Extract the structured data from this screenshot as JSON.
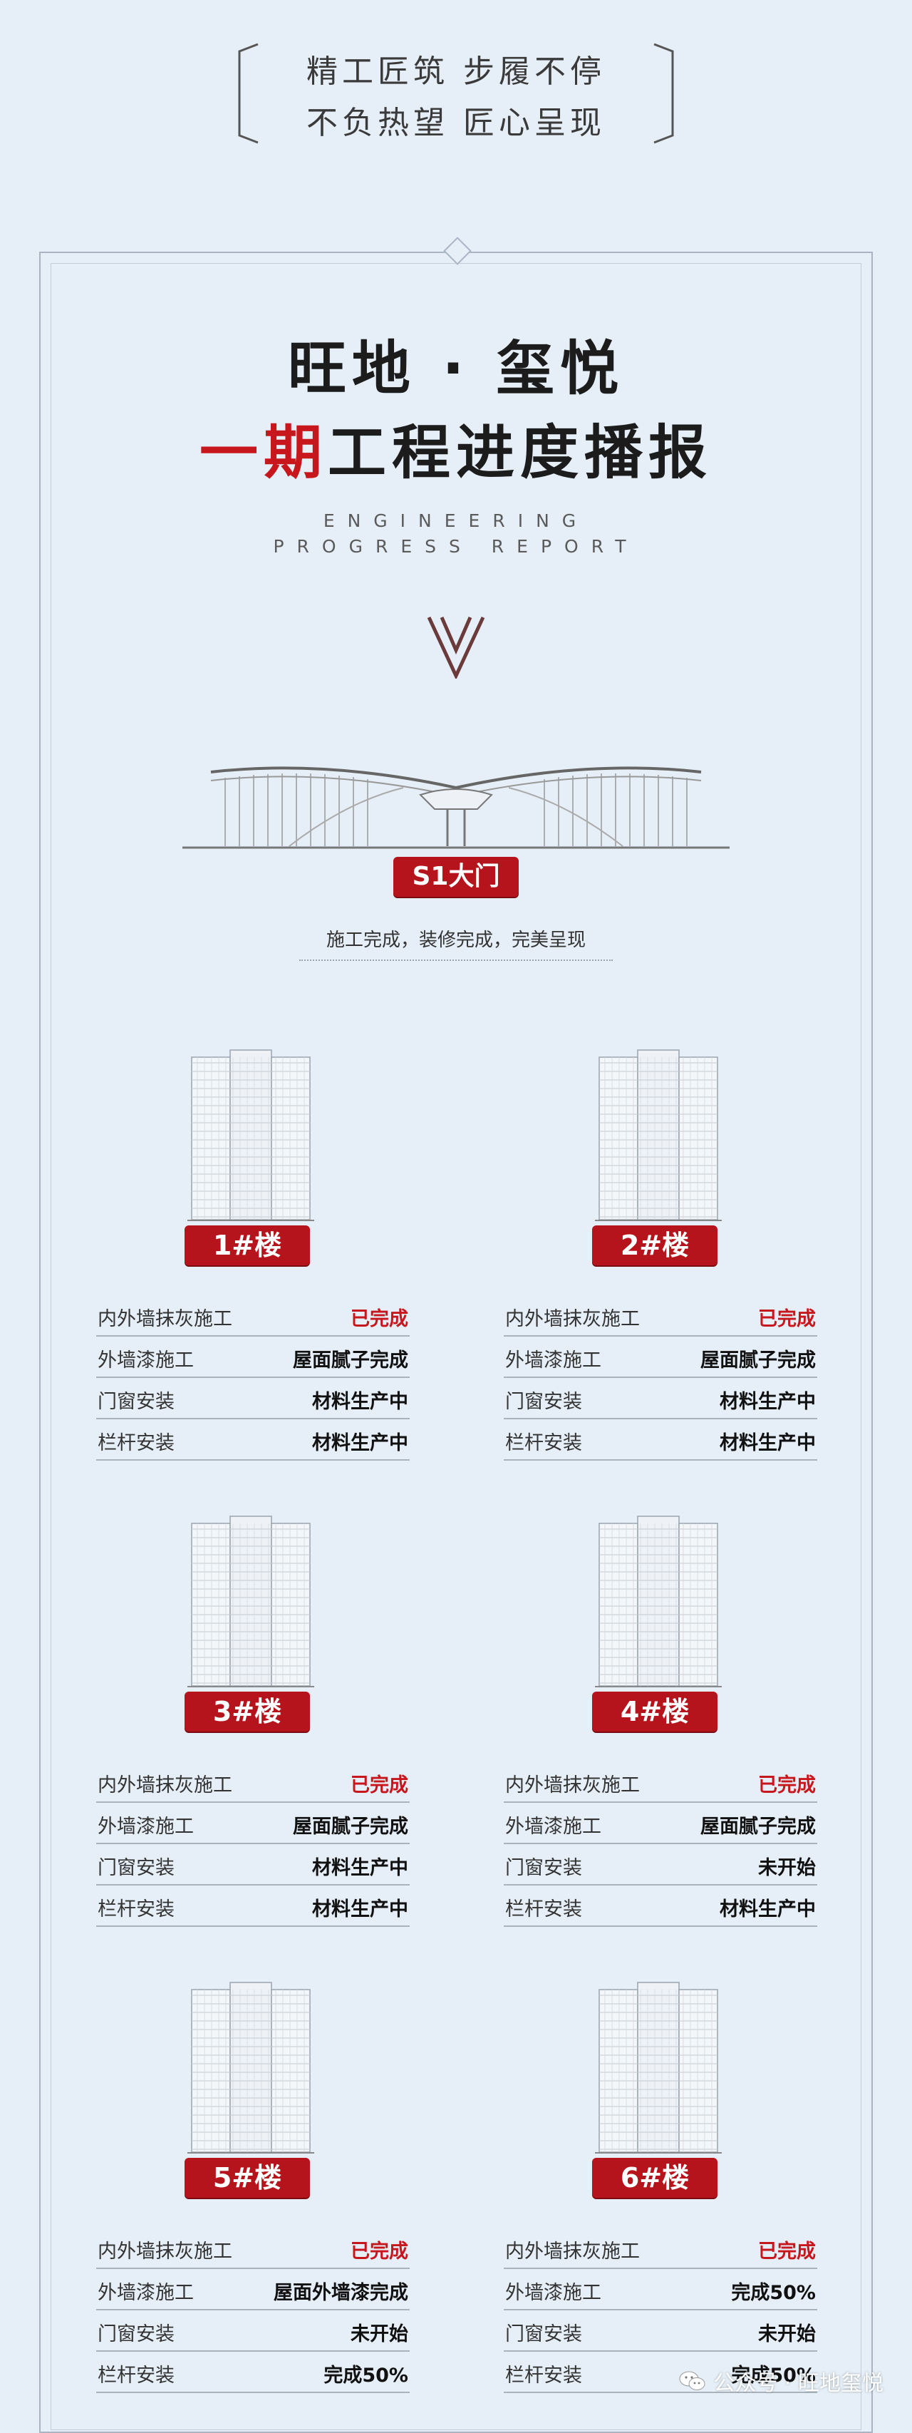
{
  "slogan": {
    "line1": "精工匠筑 步履不停",
    "line2": "不负热望 匠心呈现"
  },
  "title": {
    "line1": "旺地 · 玺悦",
    "line2_red": "一期",
    "line2_rest": "工程进度播报",
    "en_line1": "ENGINEERING",
    "en_line2": "PROGRESS REPORT"
  },
  "gate": {
    "label": "S1大门",
    "desc": "施工完成，装修完成，完美呈现"
  },
  "colors": {
    "accent_red": "#c8161d",
    "badge_red": "#b5141c",
    "background": "#e6eff7"
  },
  "buildings": [
    {
      "name": "1#楼",
      "rows": [
        {
          "label": "内外墙抹灰施工",
          "value": "已完成",
          "done": true
        },
        {
          "label": "外墙漆施工",
          "value": "屋面腻子完成",
          "done": false
        },
        {
          "label": "门窗安装",
          "value": "材料生产中",
          "done": false
        },
        {
          "label": "栏杆安装",
          "value": "材料生产中",
          "done": false
        }
      ]
    },
    {
      "name": "2#楼",
      "rows": [
        {
          "label": "内外墙抹灰施工",
          "value": "已完成",
          "done": true
        },
        {
          "label": "外墙漆施工",
          "value": "屋面腻子完成",
          "done": false
        },
        {
          "label": "门窗安装",
          "value": "材料生产中",
          "done": false
        },
        {
          "label": "栏杆安装",
          "value": "材料生产中",
          "done": false
        }
      ]
    },
    {
      "name": "3#楼",
      "rows": [
        {
          "label": "内外墙抹灰施工",
          "value": "已完成",
          "done": true
        },
        {
          "label": "外墙漆施工",
          "value": "屋面腻子完成",
          "done": false
        },
        {
          "label": "门窗安装",
          "value": "材料生产中",
          "done": false
        },
        {
          "label": "栏杆安装",
          "value": "材料生产中",
          "done": false
        }
      ]
    },
    {
      "name": "4#楼",
      "rows": [
        {
          "label": "内外墙抹灰施工",
          "value": "已完成",
          "done": true
        },
        {
          "label": "外墙漆施工",
          "value": "屋面腻子完成",
          "done": false
        },
        {
          "label": "门窗安装",
          "value": "未开始",
          "done": false
        },
        {
          "label": "栏杆安装",
          "value": "材料生产中",
          "done": false
        }
      ]
    },
    {
      "name": "5#楼",
      "rows": [
        {
          "label": "内外墙抹灰施工",
          "value": "已完成",
          "done": true
        },
        {
          "label": "外墙漆施工",
          "value": "屋面外墙漆完成",
          "done": false
        },
        {
          "label": "门窗安装",
          "value": "未开始",
          "done": false
        },
        {
          "label": "栏杆安装",
          "value": "完成50%",
          "done": false
        }
      ]
    },
    {
      "name": "6#楼",
      "rows": [
        {
          "label": "内外墙抹灰施工",
          "value": "已完成",
          "done": true
        },
        {
          "label": "外墙漆施工",
          "value": "完成50%",
          "done": false
        },
        {
          "label": "门窗安装",
          "value": "未开始",
          "done": false
        },
        {
          "label": "栏杆安装",
          "value": "完成50%",
          "done": false
        }
      ]
    }
  ],
  "watermark": {
    "text": "公众号 · 旺地玺悦",
    "icon": "wechat-icon"
  }
}
